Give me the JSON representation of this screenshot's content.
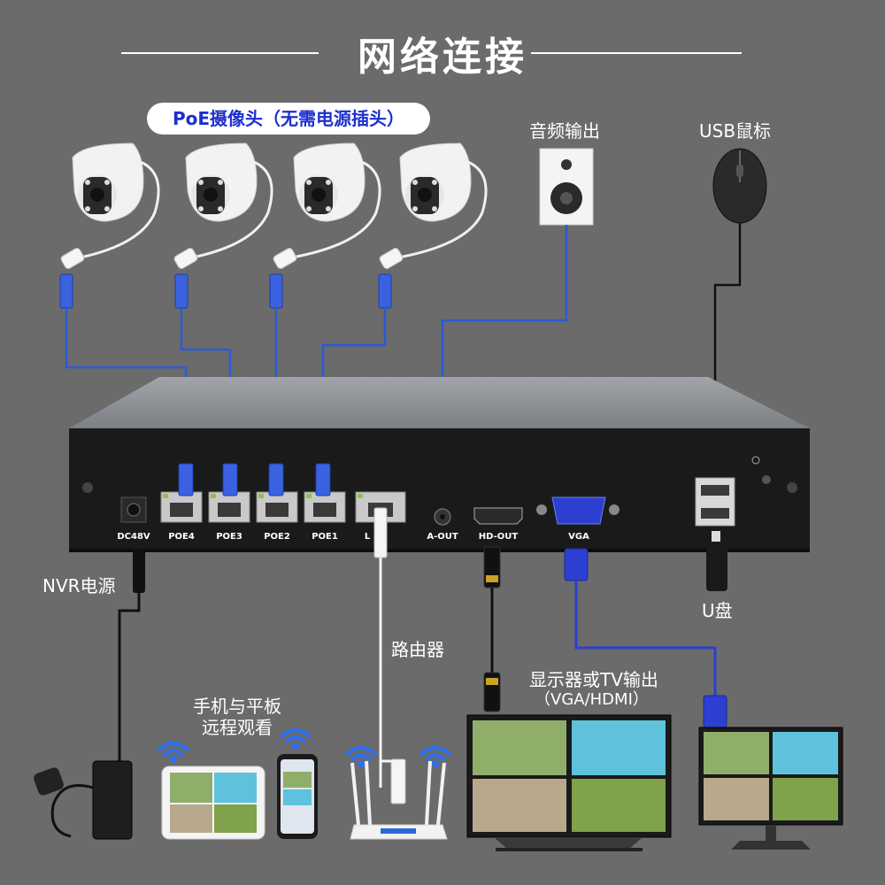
{
  "title": "网络连接",
  "poe_camera_label": "PoE摄像头（无需电源插头）",
  "labels": {
    "audio_out": "音频输出",
    "usb_mouse": "USB鼠标",
    "nvr_power": "NVR电源",
    "u_disk": "U盘",
    "router": "路由器",
    "display_line1": "显示器或TV输出",
    "display_line2": "（VGA/HDMI）",
    "mobile_line1": "手机与平板",
    "mobile_line2": "远程观看"
  },
  "ports": {
    "dc": "DC48V",
    "poe4": "POE4",
    "poe3": "POE3",
    "poe2": "POE2",
    "poe1": "POE1",
    "lan": "L",
    "aout": "A-OUT",
    "hdout": "HD-OUT",
    "vga": "VGA"
  },
  "colors": {
    "background": "#6b6b6b",
    "network_cable": "#2a5bd8",
    "vga_cable": "#2d3fd0",
    "pill_text": "#1e2fd0",
    "nvr_body": "#1a1a1a"
  }
}
